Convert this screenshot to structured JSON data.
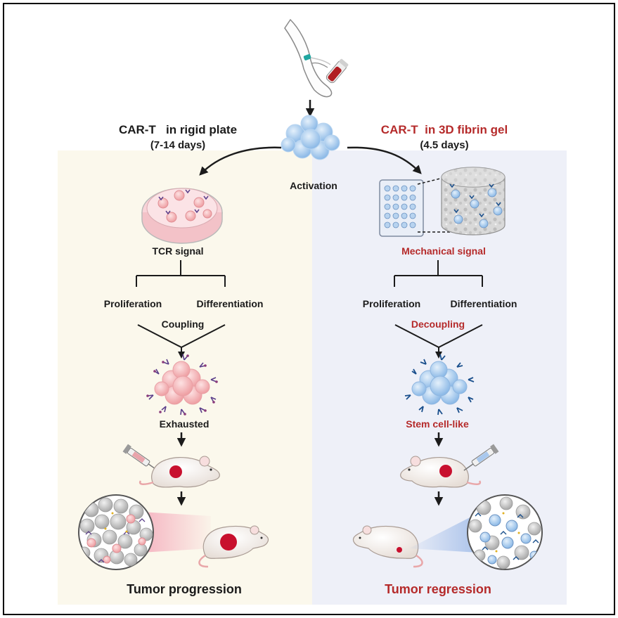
{
  "colors": {
    "left_panel_bg": "#fbf8ec",
    "right_panel_bg": "#eef0f8",
    "text_dark": "#1b1b1b",
    "text_red": "#b52a2a",
    "pink_cell": "#f2a3a6",
    "blue_cell": "#9cc3ea",
    "tumor_red": "#c8102e",
    "border": "#000000"
  },
  "header": {
    "left_title": "CAR-T   in rigid plate",
    "left_duration": "(7-14 days)",
    "right_title": "CAR-T  in 3D fibrin gel",
    "right_duration": "(4.5 days)",
    "center_label": "Activation"
  },
  "left": {
    "signal": "TCR signal",
    "branch_a": "Proliferation",
    "branch_b": "Differentiation",
    "mode": "Coupling",
    "state": "Exhausted",
    "outcome": "Tumor progression"
  },
  "right": {
    "signal": "Mechanical signal",
    "branch_a": "Proliferation",
    "branch_b": "Differentiation",
    "mode": "Decoupling",
    "state": "Stem cell-like",
    "outcome": "Tumor regression"
  },
  "icons": [
    "blood-draw-arm-icon",
    "t-cell-cluster-icon",
    "petri-dish-icon",
    "well-plate-icon",
    "fibrin-gel-cylinder-icon",
    "exhausted-cell-cluster-icon",
    "stem-like-cell-cluster-icon",
    "syringe-icon",
    "mouse-icon",
    "tumor-microenvironment-icon"
  ]
}
